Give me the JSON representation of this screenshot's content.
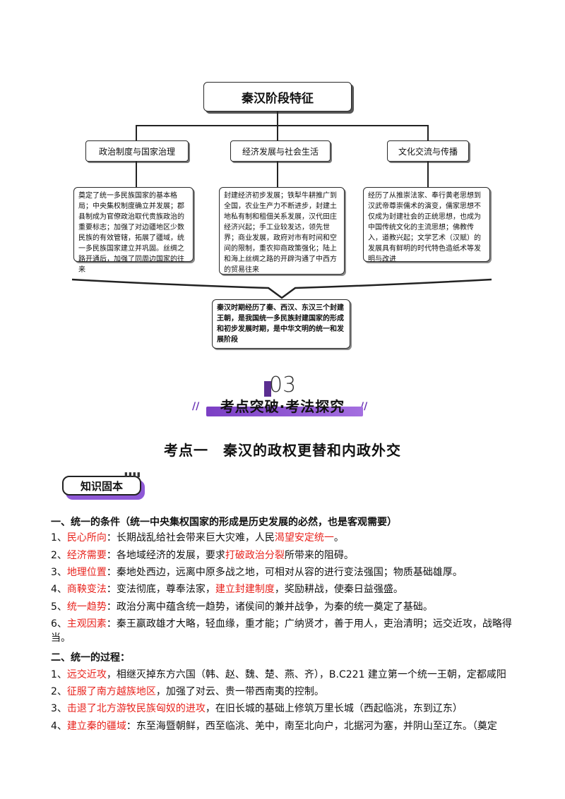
{
  "mindmap": {
    "title": "秦汉阶段特征",
    "categories": [
      {
        "label": "政治制度与国家治理",
        "desc": "奠定了统一多民族国家的基本格局；中央集权制度确立并发展；郡县制成为官僚政治取代贵族政治的重要标志；加强了对边疆地区少数民族的有效管辖，拓展了疆域，统一多民族国家建立并巩固。丝绸之路开通后，加强了同周边国家的往来"
      },
      {
        "label": "经济发展与社会生活",
        "desc": "封建经济初步发展；铁犁牛耕推广到全国，农业生产力不断进步，封建土地私有制和租佃关系发展，汉代田庄经济兴起；手工业较发达，领先世界；商业发展，政府对市有时间和空间的限制，重农抑商政策强化；陆上和海上丝绸之路的开辟沟通了中西方的贸易往来"
      },
      {
        "label": "文化交流与传播",
        "desc": "经历了从推崇法家、奉行黄老思想到汉武帝尊崇儒术的演变，儒家思想不仅成为封建社会的正统思想，也成为中国传统文化的主流思想；佛教传入，道教兴起；文学艺术（汉赋）的发展具有鲜明的时代特色造纸术等发明与改进"
      }
    ],
    "summary": "秦汉时期经历了秦、西汉、东汉三个封建王朝，是我国统一多民族封建国家的形成和初步发展时期，是中华文明的统一和发展阶段"
  },
  "section_number": "03",
  "banner": "考点突破·考法探究",
  "section_title": "考点一　秦汉的政权更替和内政外交",
  "tag": "知识固本",
  "heading1": "一、统一的条件（统一中央集权国家的形成是历史发展的必然，也是客观需要）",
  "conditions": [
    {
      "num": "1、",
      "key": "民心所向",
      "parts": [
        {
          "t": "：长期战乱给社会带来巨大灾难，人民",
          "r": false
        },
        {
          "t": "渴望安定统一",
          "r": true
        },
        {
          "t": "。",
          "r": false
        }
      ]
    },
    {
      "num": "2、",
      "key": "经济需要",
      "parts": [
        {
          "t": "：各地域经济的发展，要求",
          "r": false
        },
        {
          "t": "打破政治分裂",
          "r": true
        },
        {
          "t": "所带来的阻碍。",
          "r": false
        }
      ]
    },
    {
      "num": "3、",
      "key": "地理位置",
      "parts": [
        {
          "t": "：秦地处西边，远离中原多战之地，可相对从容的进行变法强国；物质基础雄厚。",
          "r": false
        }
      ]
    },
    {
      "num": "4、",
      "key": "商鞅变法",
      "parts": [
        {
          "t": "：变法彻底，尊奉法家，",
          "r": false
        },
        {
          "t": "建立封建制度",
          "r": true
        },
        {
          "t": "，奖励耕战，使秦日益强盛。",
          "r": false
        }
      ]
    },
    {
      "num": "5、",
      "key": "统一趋势",
      "parts": [
        {
          "t": "：政治分离中蕴含统一趋势，诸侯间的兼并战争，为秦的统一奠定了基础。",
          "r": false
        }
      ]
    },
    {
      "num": "6、",
      "key": "主观因素",
      "parts": [
        {
          "t": "：秦王嬴政雄才大略，轻血缘，重才能；广纳贤才，善于用人，吏治清明；远交近攻，战略得当。",
          "r": false
        }
      ]
    }
  ],
  "heading2": "二、统一的过程：",
  "process": [
    {
      "num": "1、",
      "key": "远交近攻",
      "parts": [
        {
          "t": "，相继灭掉东方六国（韩、赵、魏、楚、燕、齐），B.C221 建立第一个统一王朝，定都咸阳",
          "r": false
        }
      ]
    },
    {
      "num": "2、",
      "key": "征服了南方越族地区",
      "parts": [
        {
          "t": "，加强了对云、贵一带西南夷的控制。",
          "r": false
        }
      ]
    },
    {
      "num": "3、",
      "key": "击退了北方游牧民族匈奴的进攻",
      "parts": [
        {
          "t": "，在旧长城的基础上修筑万里长城（西起临洮，东到辽东）",
          "r": false
        }
      ]
    },
    {
      "num": "4、",
      "key": "建立秦的疆域",
      "parts": [
        {
          "t": "：东至海暨朝鲜，西至临洮、羌中，南至北向户，北据河为塞，并阴山至辽东。（奠定",
          "r": false
        }
      ]
    }
  ]
}
